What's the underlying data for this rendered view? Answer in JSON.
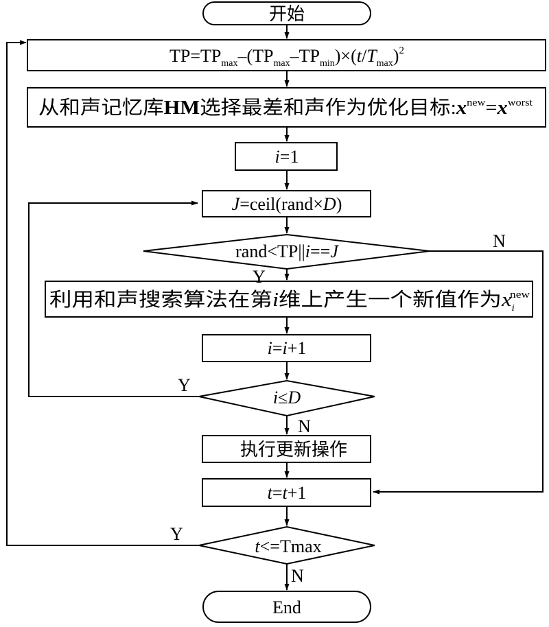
{
  "nodes": {
    "start": {
      "text": "开始"
    },
    "tp_update": {
      "p1": "TP=TP",
      "s1": "max",
      "p2": "–(TP",
      "s2": "max",
      "p3": "–TP",
      "s3": "min",
      "p4": ")×(",
      "v1": "t",
      "p5": "/",
      "v2": "T",
      "s4": "max",
      "p6": ")",
      "exp": "2"
    },
    "select_worst": {
      "p1": "从和声记忆库",
      "p2": "HM",
      "p3": "选择最差和声作为优化目标:",
      "v1": "x",
      "s1": "new",
      "p4": "=",
      "v2": "x",
      "s2": "worst"
    },
    "init_i": {
      "v": "i",
      "p": "=1"
    },
    "set_j": {
      "v1": "J",
      "p1": "=ceil(rand×",
      "v2": "D",
      "p2": ")"
    },
    "decision_tp": {
      "p1": "rand<TP||",
      "v1": "i",
      "p2": "==",
      "v2": "J"
    },
    "harmony_search": {
      "p1": "利用和声搜索算法在第",
      "v": "i",
      "p2": "维上产生一个新值作为",
      "v2": "x",
      "sub": "i",
      "sup": "new"
    },
    "inc_i": {
      "v1": "i",
      "p1": "=",
      "v2": "i",
      "p2": "+1"
    },
    "decision_i": {
      "v1": "i",
      "p1": "≤",
      "v2": "D"
    },
    "update": {
      "text": "执行更新操作"
    },
    "inc_t": {
      "v1": "t",
      "p1": "=",
      "v2": "t",
      "p2": "+1"
    },
    "decision_t": {
      "v": "t",
      "p1": "<=T",
      "s": "max"
    },
    "end": {
      "text": "End"
    }
  },
  "edge_labels": {
    "tp_no": "N",
    "tp_yes": "Y",
    "i_yes": "Y",
    "i_no": "N",
    "t_yes": "Y",
    "t_no": "N"
  }
}
